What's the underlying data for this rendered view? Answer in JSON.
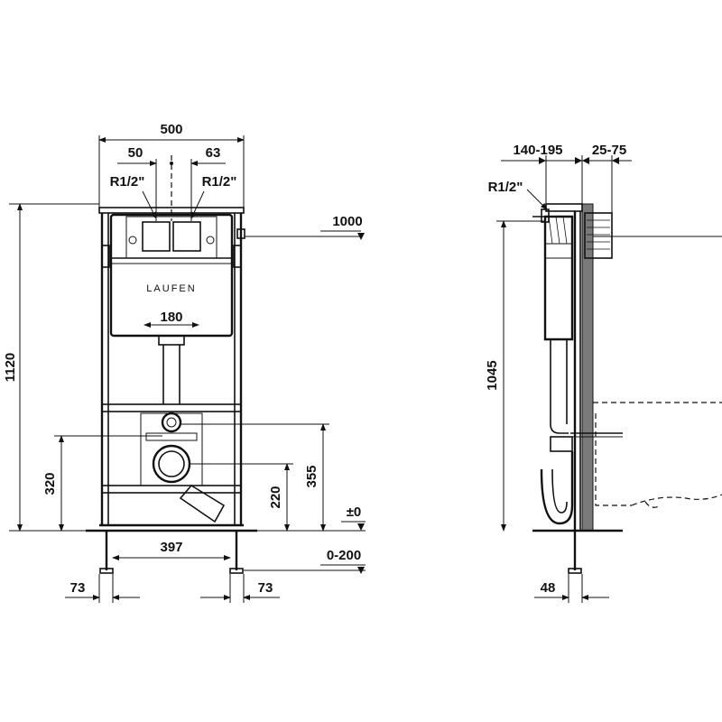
{
  "front_view": {
    "width_total": "500",
    "offset_left": "50",
    "offset_right": "63",
    "thread_left": "R1/2\"",
    "thread_right": "R1/2\"",
    "brand": "LAUFEN",
    "flush_pipe_width": "180",
    "height_total": "1120",
    "height_top_ref": "1000",
    "height_320": "320",
    "height_355": "355",
    "height_220": "220",
    "floor_level": "±0",
    "foot_spacing": "397",
    "foot_adjust": "0-200",
    "foot_offset_left": "73",
    "foot_offset_right": "73"
  },
  "side_view": {
    "depth_range_1": "140-195",
    "depth_range_2": "25-75",
    "thread": "R1/2\"",
    "height": "1045",
    "foot_depth": "48"
  },
  "colors": {
    "line": "#111111",
    "wall": "#7a7a7a",
    "background": "#ffffff"
  }
}
